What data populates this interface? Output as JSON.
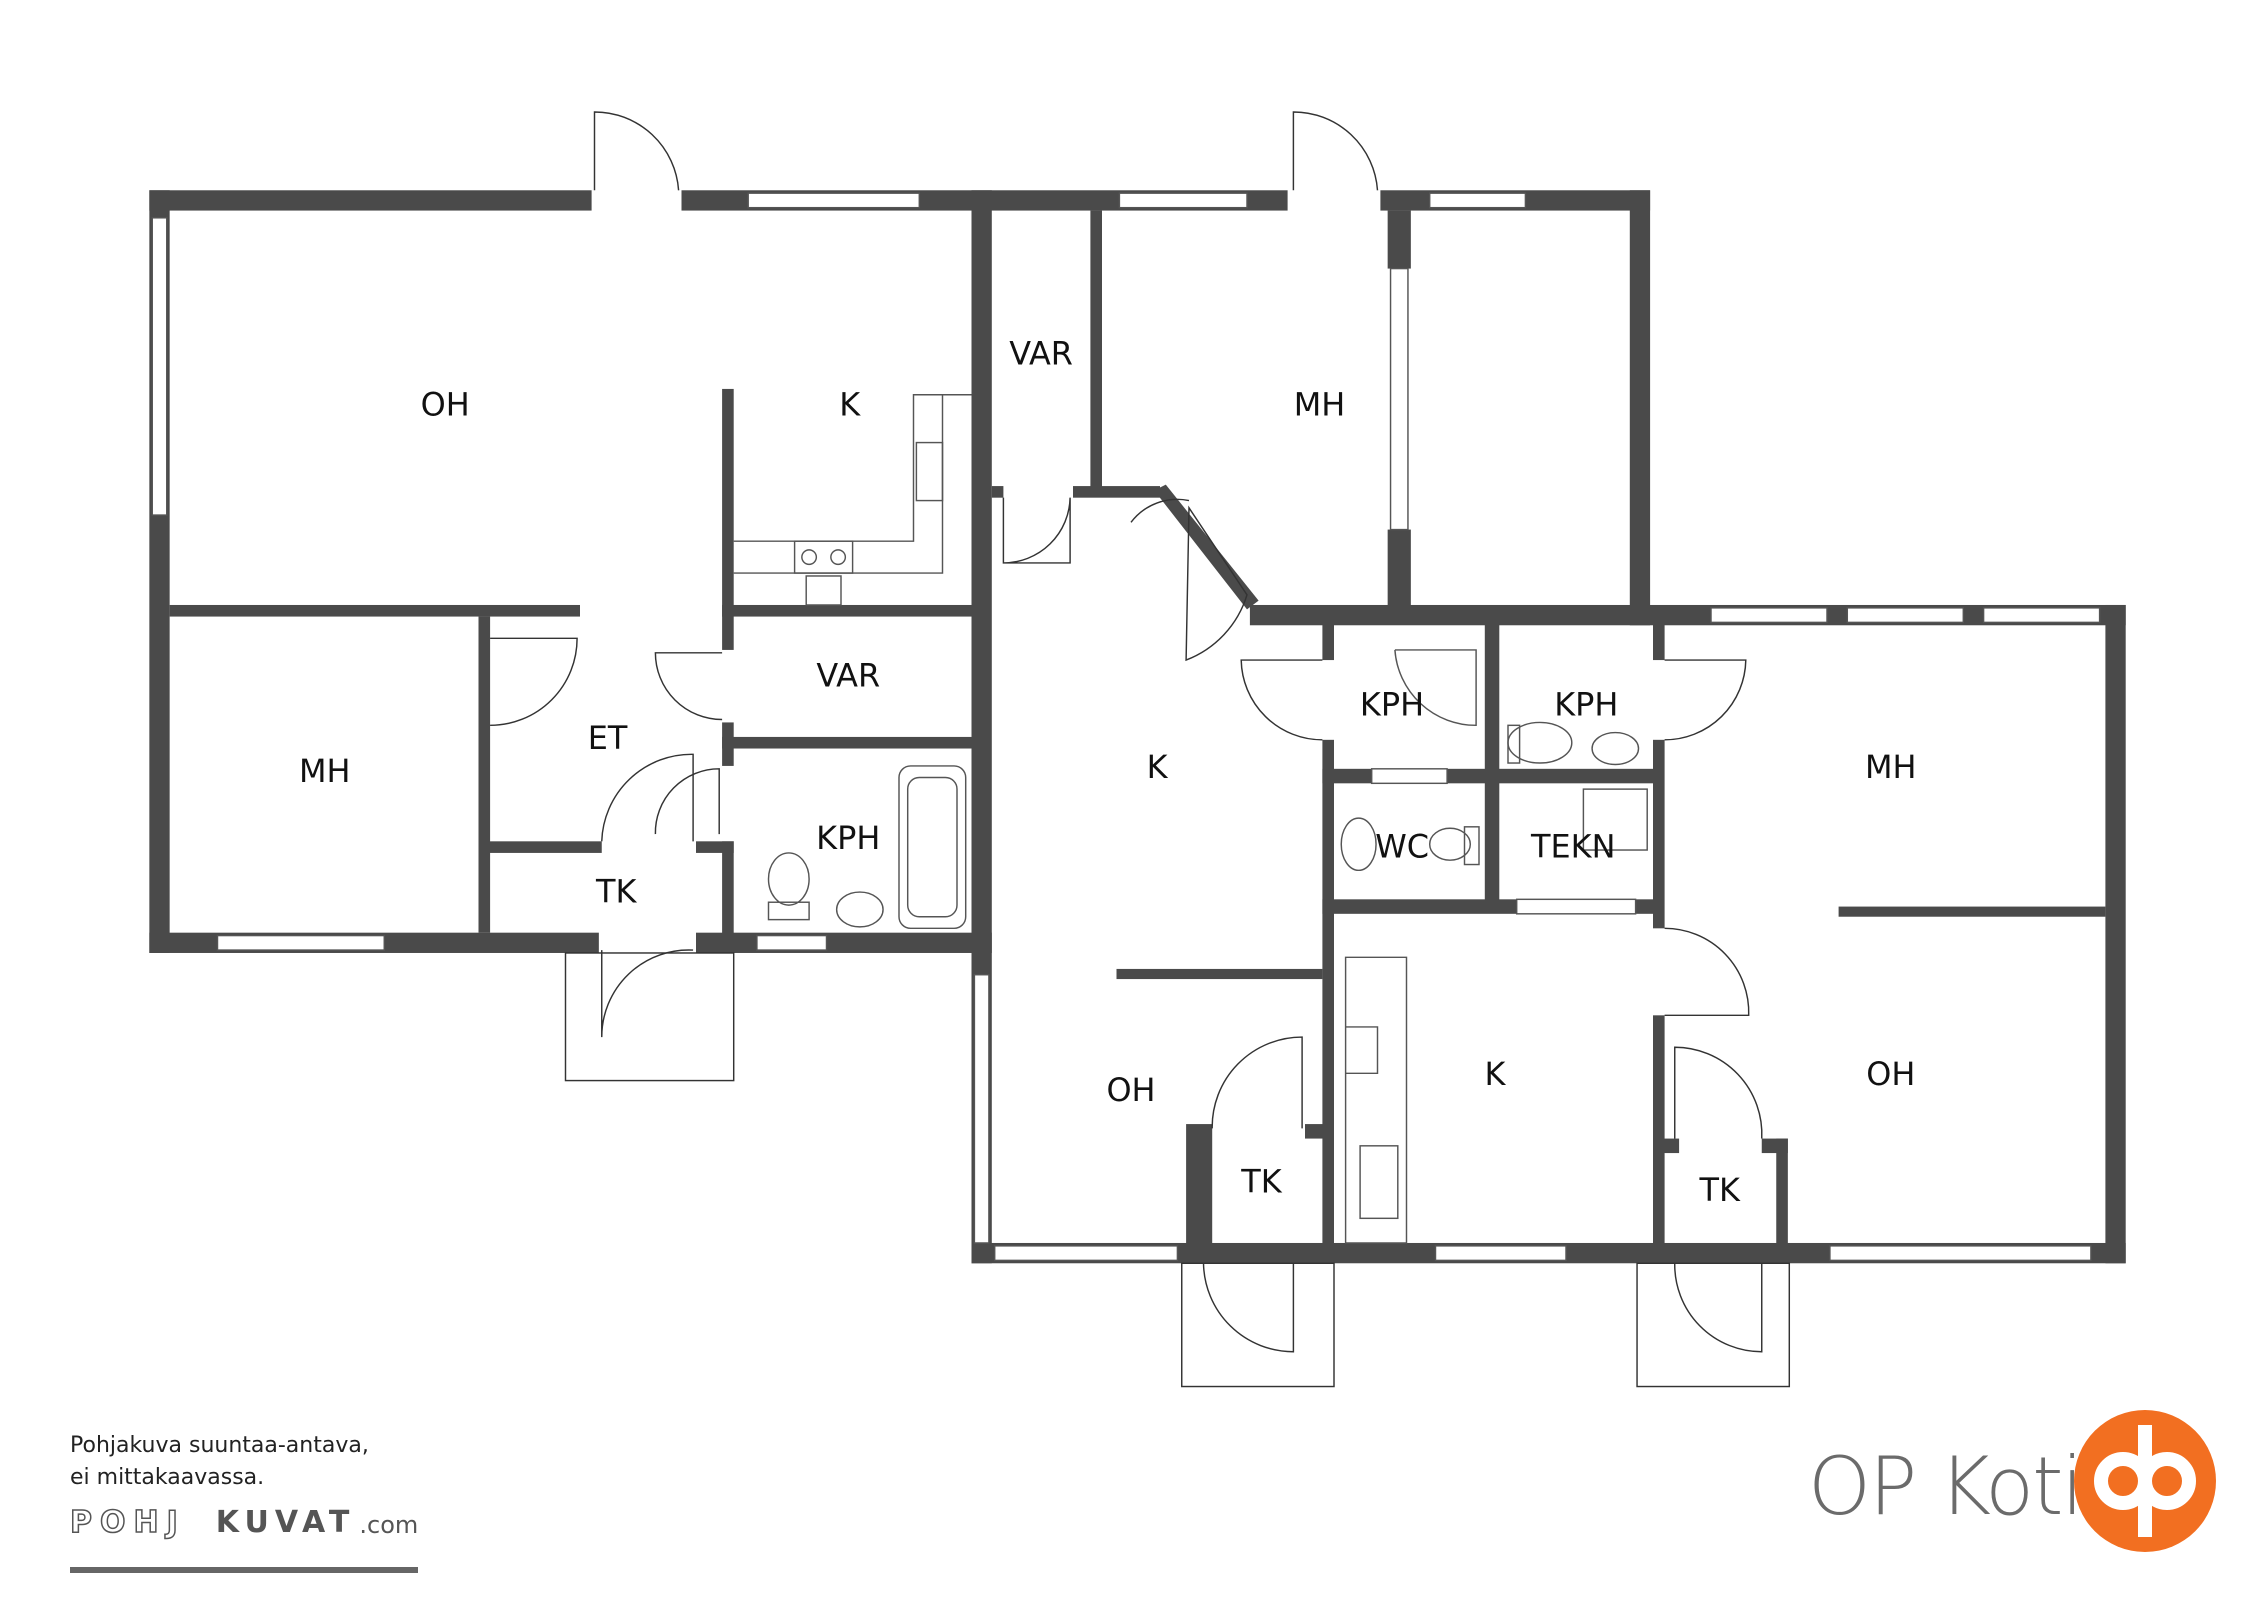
{
  "rooms": {
    "oh_left": "OH",
    "k_left": "K",
    "mh_left": "MH",
    "et": "ET",
    "var_left": "VAR",
    "kph_left": "KPH",
    "tk_left": "TK",
    "var_mid": "VAR",
    "mh_mid": "MH",
    "k_mid": "K",
    "oh_mid": "OH",
    "tk_mid": "TK",
    "kph_a": "KPH",
    "kph_b": "KPH",
    "wc": "WC",
    "tekn": "TEKN",
    "k_right": "K",
    "mh_right": "MH",
    "oh_right": "OH",
    "tk_right": "TK"
  },
  "note": {
    "line1": "Pohjakuva suuntaa-antava,",
    "line2": "ei mittakaavassa."
  },
  "pohjakuvat_logo": {
    "part1": "POHJ",
    "part2": "KUVAT",
    "part3": ".com"
  },
  "brand": {
    "name": "OP Koti",
    "logo_color": "#f26f21",
    "text_color": "#6b6b6b"
  }
}
